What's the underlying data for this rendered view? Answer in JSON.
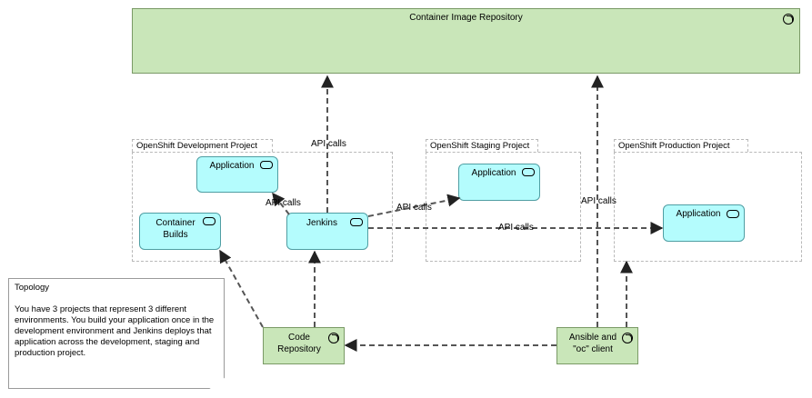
{
  "nodes": {
    "repository": "Container Image Repository",
    "dev_project": "OpenShift Development Project",
    "staging_project": "OpenShift Staging Project",
    "prod_project": "OpenShift Production Project",
    "dev_application": "Application",
    "container_builds": "Container\nBuilds",
    "jenkins": "Jenkins",
    "staging_application": "Application",
    "prod_application": "Application",
    "code_repository": "Code\nRepository",
    "ansible_client": "Ansible and\n\"oc\" client"
  },
  "edge_labels": {
    "api_calls_1": "API calls",
    "api_calls_2": "API calls",
    "api_calls_3": "API calls",
    "api_calls_4": "API calls",
    "api_calls_5": "API calls"
  },
  "note": {
    "title": "Topology",
    "body": "You have 3 projects that represent 3 different environments.   You build your application once in the development environment and Jenkins deploys that application across the development, staging and production project."
  },
  "colors": {
    "node_green": "#c9e6b9",
    "app_cyan": "#b4fcfd",
    "edge": "#555555"
  }
}
